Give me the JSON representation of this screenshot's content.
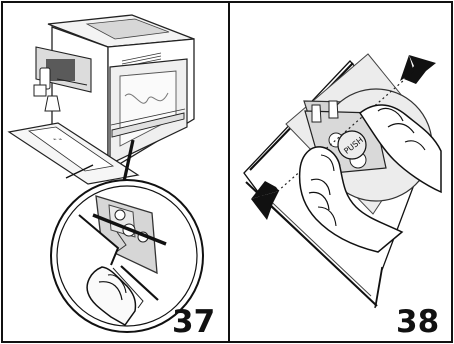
{
  "figures": [
    {
      "step_number": "37",
      "illustration": "coffee-machine-with-removed-brewing-unit-access-door"
    },
    {
      "step_number": "38",
      "illustration": "hands-pressing-push-buttons-on-brewing-unit",
      "button_label": "PUSH"
    }
  ],
  "colors": {
    "border": "#111111",
    "line_art": "#222222",
    "fill": "#d9d9d9",
    "background": "#ffffff"
  }
}
